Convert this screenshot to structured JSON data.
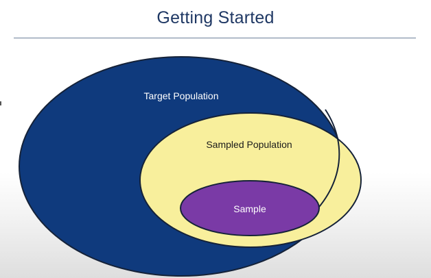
{
  "slide": {
    "title": "Getting Started"
  },
  "diagram": {
    "target_population": {
      "label": "Target Population",
      "fill": "#0f3a7d",
      "text_color": "#ffffff"
    },
    "sampled_population": {
      "label": "Sampled Population",
      "fill": "#f8ef9c",
      "text_color": "#1a1a1a"
    },
    "sample": {
      "label": "Sample",
      "fill": "#7a3aa6",
      "text_color": "#ffffff"
    },
    "outline_color": "#152238"
  }
}
